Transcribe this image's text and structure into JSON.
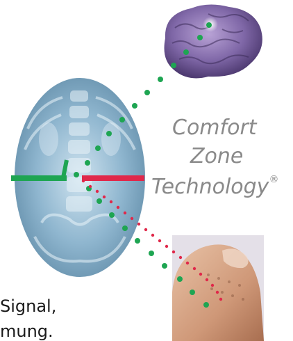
{
  "title": {
    "line1": "Comfort",
    "line2": "Zone",
    "line3": "Technology",
    "mark": "®"
  },
  "caption": {
    "line1": "Signal,",
    "line2": "mung."
  },
  "colors": {
    "signal_green": "#1ea552",
    "signal_red": "#e0284a",
    "title_gray": "#8a8a8a"
  }
}
